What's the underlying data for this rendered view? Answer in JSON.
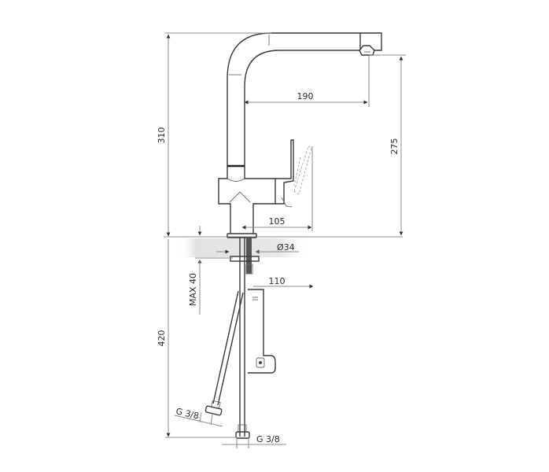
{
  "drawing": {
    "subject": "Kitchen faucet with pull-out spout — dimensional drawing",
    "units": "mm",
    "colors": {
      "outline": "#3a3a3a",
      "dimension": "#8c8c8c",
      "countertop_band": "#e6e6e6",
      "background": "#ffffff"
    }
  },
  "dimensions": {
    "total_height": "310",
    "spout_height": "275",
    "spout_reach": "190",
    "handle_reach": "105",
    "mount_hole_diameter": "Ø34",
    "max_countertop_thickness": "MAX 40",
    "hose_offset": "110",
    "hose_length": "420",
    "connection_left": "G 3/8",
    "connection_right": "G 3/8"
  }
}
